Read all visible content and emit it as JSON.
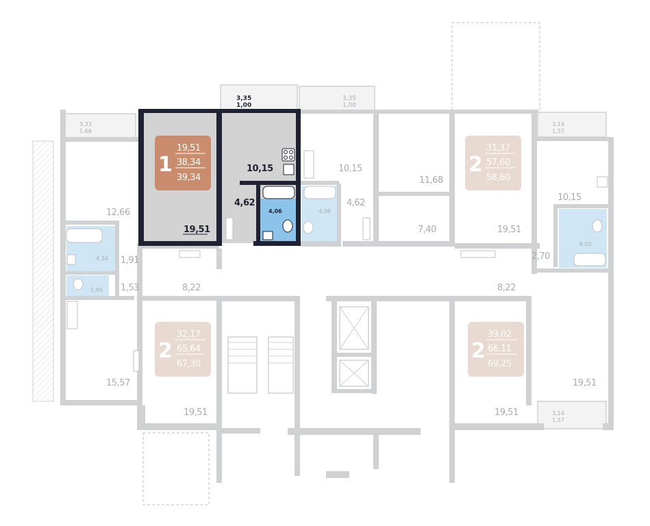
{
  "apartments": [
    {
      "id": "apt1",
      "rooms": "1",
      "living": "19,51",
      "total": "38,34",
      "total_balcony": "39,34",
      "highlighted": true
    },
    {
      "id": "apt2",
      "rooms": "2",
      "living": "32,17",
      "total": "65,64",
      "total_balcony": "67,30",
      "highlighted": false
    },
    {
      "id": "apt3",
      "rooms": "2",
      "living": "31,37",
      "total": "57,60",
      "total_balcony": "58,60",
      "highlighted": false
    },
    {
      "id": "apt4",
      "rooms": "2",
      "living": "39,02",
      "total": "66,11",
      "total_balcony": "69,25",
      "highlighted": false
    }
  ],
  "rooms": {
    "hl_kitchen": "10,15",
    "hl_hall": "4,62",
    "hl_bath": "4,06",
    "hl_room": "19,51",
    "hl_balcony_area": "3,35",
    "hl_balcony_coef": "1,00",
    "mid_kitchen": "10,15",
    "mid_bath": "4,06",
    "mid_hall": "4,62",
    "mid_balcony_area": "3,35",
    "mid_balcony_coef": "1,00",
    "apt3_room_a": "11,68",
    "apt3_hall": "7,40",
    "apt3_room_b": "19,51",
    "left_balcony_area": "3,33",
    "left_balcony_coef": "1,66",
    "left_room_top": "12,66",
    "left_bath": "4,34",
    "left_corr": "1,91",
    "left_wc": "1,90",
    "left_corr2": "1,53",
    "left_hall": "8,22",
    "left_kitchen": "15,57",
    "left_room_bottom": "19,51",
    "right_balcony_top_area": "3,14",
    "right_balcony_top_coef": "1,57",
    "right_kitchen": "10,15",
    "right_bath": "6,02",
    "right_corr": "2,70",
    "right_hall": "8,22",
    "right_room_mid": "19,51",
    "right_room_bottom": "19,51",
    "right_balcony_bot_area": "3,14",
    "right_balcony_bot_coef": "1,57"
  },
  "colors": {
    "highlight_badge": "#c98d6d",
    "badge": "#e8dad1",
    "highlight_wall": "#1f2233",
    "wall": "#cfd1d3",
    "bathroom": "#cfe6f5"
  }
}
